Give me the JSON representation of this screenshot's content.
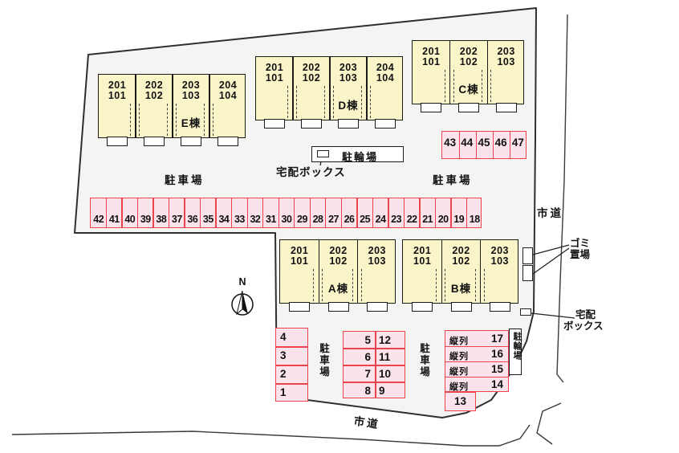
{
  "roads": {
    "right": "市道",
    "bottom": "市道"
  },
  "north": "N",
  "buildings": [
    {
      "name": "E棟",
      "units": [
        {
          "upper": "201",
          "lower": "101"
        },
        {
          "upper": "202",
          "lower": "102"
        },
        {
          "upper": "203",
          "lower": "103"
        },
        {
          "upper": "204",
          "lower": "104"
        }
      ]
    },
    {
      "name": "D棟",
      "units": [
        {
          "upper": "201",
          "lower": "101"
        },
        {
          "upper": "202",
          "lower": "102"
        },
        {
          "upper": "203",
          "lower": "103"
        },
        {
          "upper": "204",
          "lower": "104"
        }
      ]
    },
    {
      "name": "C棟",
      "units": [
        {
          "upper": "201",
          "lower": "101"
        },
        {
          "upper": "202",
          "lower": "102"
        },
        {
          "upper": "203",
          "lower": "103"
        }
      ]
    },
    {
      "name": "A棟",
      "units": [
        {
          "upper": "201",
          "lower": "101"
        },
        {
          "upper": "202",
          "lower": "102"
        },
        {
          "upper": "203",
          "lower": "103"
        }
      ]
    },
    {
      "name": "B棟",
      "units": [
        {
          "upper": "201",
          "lower": "101"
        },
        {
          "upper": "202",
          "lower": "102"
        },
        {
          "upper": "203",
          "lower": "103"
        }
      ]
    }
  ],
  "parking_labels": {
    "lot": "駐車場",
    "bicycle": "駐輪場",
    "tandem": "縦列"
  },
  "facility_labels": {
    "delivery": "宅配ボックス",
    "delivery_l1": "宅配",
    "delivery_l2": "ボックス",
    "garbage_l1": "ゴミ",
    "garbage_l2": "置場"
  },
  "spaces": {
    "top_right": [
      "43",
      "44",
      "45",
      "46",
      "47"
    ],
    "long_row": [
      "42",
      "41",
      "40",
      "39",
      "38",
      "37",
      "36",
      "35",
      "34",
      "33",
      "32",
      "31",
      "30",
      "29",
      "28",
      "27",
      "26",
      "25",
      "24",
      "23",
      "22",
      "21",
      "20",
      "19",
      "18"
    ],
    "left_col": [
      "4",
      "3",
      "2",
      "1"
    ],
    "grid_col_a": [
      "5",
      "6",
      "7",
      "8"
    ],
    "grid_col_b": [
      "12",
      "11",
      "10",
      "9"
    ],
    "tandem": [
      "17",
      "16",
      "15",
      "14"
    ],
    "single": "13"
  },
  "colors": {
    "site": "#f4f4f2",
    "building": "#faf5c9",
    "parking_fill": "#fbe3ec",
    "parking_border": "#e9434e",
    "line": "#2f2f2f"
  }
}
